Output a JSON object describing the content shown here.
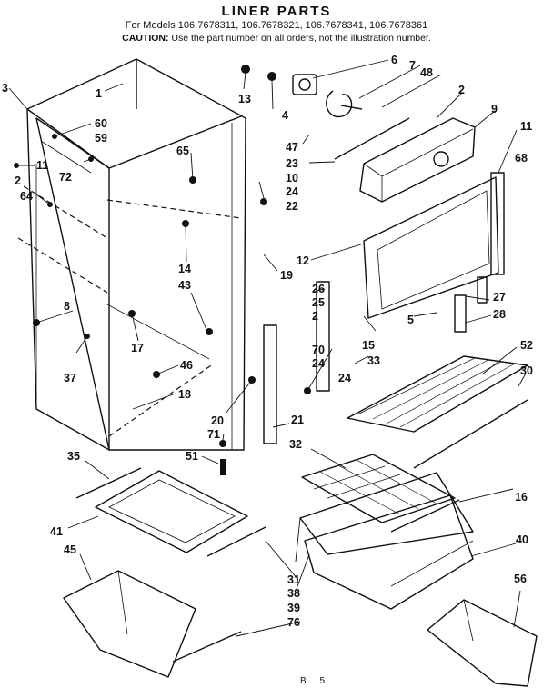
{
  "title": "LINER PARTS",
  "models_line": "For Models 106.7678311, 106.7678321, 106.7678341, 106.7678361",
  "caution": {
    "prefix": "CAUTION:",
    "text": "Use the part number on all orders, not the illustration number."
  },
  "page_code": "B 5",
  "callouts": [
    "3",
    "1",
    "60",
    "11",
    "72",
    "59",
    "2",
    "64",
    "8",
    "37",
    "65",
    "14",
    "43",
    "17",
    "46",
    "18",
    "13",
    "4",
    "6",
    "7",
    "48",
    "47",
    "23",
    "10",
    "24",
    "22",
    "12",
    "19",
    "2",
    "9",
    "11",
    "68",
    "26",
    "25",
    "2",
    "70",
    "24",
    "15",
    "33",
    "5",
    "27",
    "28",
    "52",
    "30",
    "20",
    "21",
    "24",
    "71",
    "51",
    "32",
    "16",
    "35",
    "41",
    "45",
    "40",
    "31",
    "38",
    "39",
    "76",
    "56"
  ]
}
